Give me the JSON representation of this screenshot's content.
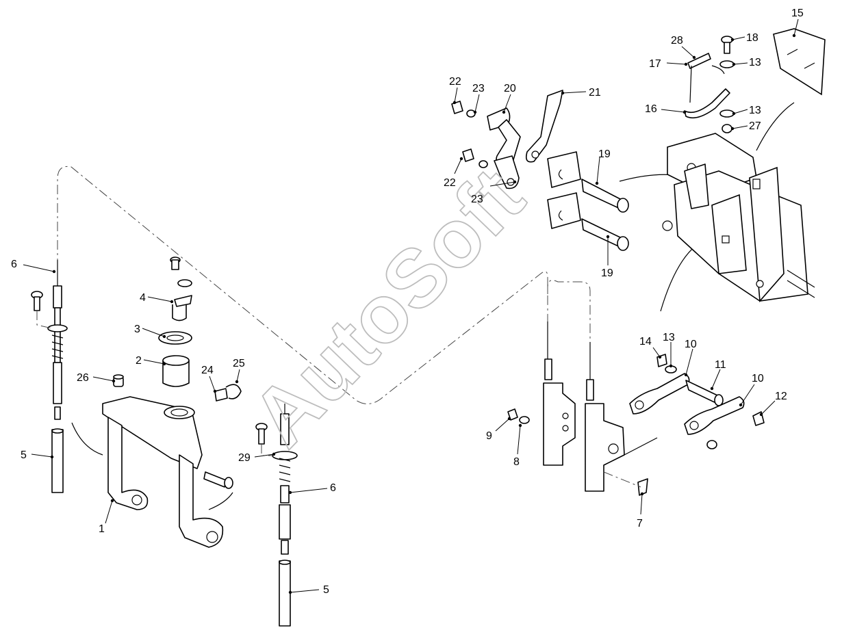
{
  "watermark": "AutoSoft",
  "callouts": [
    {
      "id": "c6a",
      "text": "6"
    },
    {
      "id": "c4",
      "text": "4"
    },
    {
      "id": "c3",
      "text": "3"
    },
    {
      "id": "c2",
      "text": "2"
    },
    {
      "id": "c26",
      "text": "26"
    },
    {
      "id": "c24",
      "text": "24"
    },
    {
      "id": "c25",
      "text": "25"
    },
    {
      "id": "c5a",
      "text": "5"
    },
    {
      "id": "c1",
      "text": "1"
    },
    {
      "id": "c29",
      "text": "29"
    },
    {
      "id": "c6b",
      "text": "6"
    },
    {
      "id": "c5b",
      "text": "5"
    },
    {
      "id": "c22a",
      "text": "22"
    },
    {
      "id": "c23a",
      "text": "23"
    },
    {
      "id": "c20",
      "text": "20"
    },
    {
      "id": "c21",
      "text": "21"
    },
    {
      "id": "c22b",
      "text": "22"
    },
    {
      "id": "c23b",
      "text": "23"
    },
    {
      "id": "c19a",
      "text": "19"
    },
    {
      "id": "c19b",
      "text": "19"
    },
    {
      "id": "c15",
      "text": "15"
    },
    {
      "id": "c28",
      "text": "28"
    },
    {
      "id": "c18",
      "text": "18"
    },
    {
      "id": "c17",
      "text": "17"
    },
    {
      "id": "c13a",
      "text": "13"
    },
    {
      "id": "c16",
      "text": "16"
    },
    {
      "id": "c13b",
      "text": "13"
    },
    {
      "id": "c27",
      "text": "27"
    },
    {
      "id": "c14",
      "text": "14"
    },
    {
      "id": "c13c",
      "text": "13"
    },
    {
      "id": "c10a",
      "text": "10"
    },
    {
      "id": "c11",
      "text": "11"
    },
    {
      "id": "c10b",
      "text": "10"
    },
    {
      "id": "c12",
      "text": "12"
    },
    {
      "id": "c9",
      "text": "9"
    },
    {
      "id": "c8",
      "text": "8"
    },
    {
      "id": "c7",
      "text": "7"
    }
  ]
}
